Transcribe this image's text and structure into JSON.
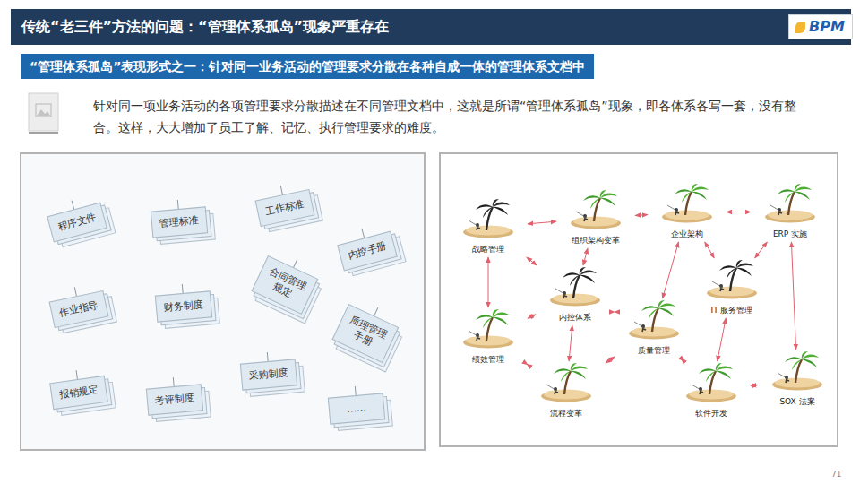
{
  "diagram": {
    "title": "传统“老三件”方法的问题：“管理体系孤岛”现象严重存在",
    "nodes": [
      {
        "text": [
          "BPM"
        ]
      },
      {
        "text": [
          "“管理体系孤岛”表现形式之一：针对同一业务活动的管理要求分散在各种自成一体的管理体系文档中"
        ]
      },
      {
        "text": [
          "程序文件"
        ]
      },
      {
        "text": [
          "管理标准"
        ]
      },
      {
        "text": [
          "工作标准"
        ]
      },
      {
        "text": [
          "内控手册"
        ]
      },
      {
        "text": [
          "作业指导"
        ]
      },
      {
        "text": [
          "财务制度"
        ]
      },
      {
        "text": [
          "合同管理规定"
        ]
      },
      {
        "text": [
          "质理管理手册"
        ]
      },
      {
        "text": [
          "报销规定"
        ]
      },
      {
        "text": [
          "考评制度"
        ]
      },
      {
        "text": [
          "采购制度"
        ]
      },
      {
        "text": [
          "……"
        ]
      },
      {
        "text": [
          "战略管理"
        ]
      },
      {
        "text": [
          "组织架构变革"
        ]
      },
      {
        "text": [
          "企业架构"
        ]
      },
      {
        "text": [
          "ERP 实施"
        ]
      },
      {
        "text": [
          "内控体系"
        ]
      },
      {
        "text": [
          "IT 服务管理"
        ]
      },
      {
        "text": [
          "绩效管理"
        ]
      },
      {
        "text": [
          "质量管理"
        ]
      },
      {
        "text": [
          "流程变革"
        ]
      },
      {
        "text": [
          "软件开发"
        ]
      },
      {
        "text": [
          "SOX 法案"
        ]
      }
    ],
    "edges": [
      {
        "from": 14,
        "to": 15,
        "arrow": "both"
      },
      {
        "from": 15,
        "to": 16,
        "arrow": "both"
      },
      {
        "from": 16,
        "to": 17,
        "arrow": "both"
      },
      {
        "from": 14,
        "to": 18,
        "arrow": "both"
      },
      {
        "from": 14,
        "to": 20,
        "arrow": "both"
      },
      {
        "from": 15,
        "to": 18,
        "arrow": "both"
      },
      {
        "from": 18,
        "to": 20,
        "arrow": "both"
      },
      {
        "from": 18,
        "to": 21,
        "arrow": "both"
      },
      {
        "from": 16,
        "to": 21,
        "arrow": "both"
      },
      {
        "from": 16,
        "to": 19,
        "arrow": "both"
      },
      {
        "from": 17,
        "to": 19,
        "arrow": "both"
      },
      {
        "from": 20,
        "to": 22,
        "arrow": "both"
      },
      {
        "from": 18,
        "to": 22,
        "arrow": "both"
      },
      {
        "from": 21,
        "to": 22,
        "arrow": "both"
      },
      {
        "from": 21,
        "to": 23,
        "arrow": "both"
      },
      {
        "from": 19,
        "to": 23,
        "arrow": "both"
      },
      {
        "from": 23,
        "to": 24,
        "arrow": "both"
      },
      {
        "from": 17,
        "to": 24,
        "arrow": "both"
      }
    ],
    "labels": [
      "针对同一项业务活动的各项管理要求分散描述在不同管理文档中，这就是所谓“管理体系孤岛”现象，即各体系各写一套，没有整合。这样，大大增加了员工了解、记忆、执行管理要求的难度。",
      "71"
    ]
  }
}
